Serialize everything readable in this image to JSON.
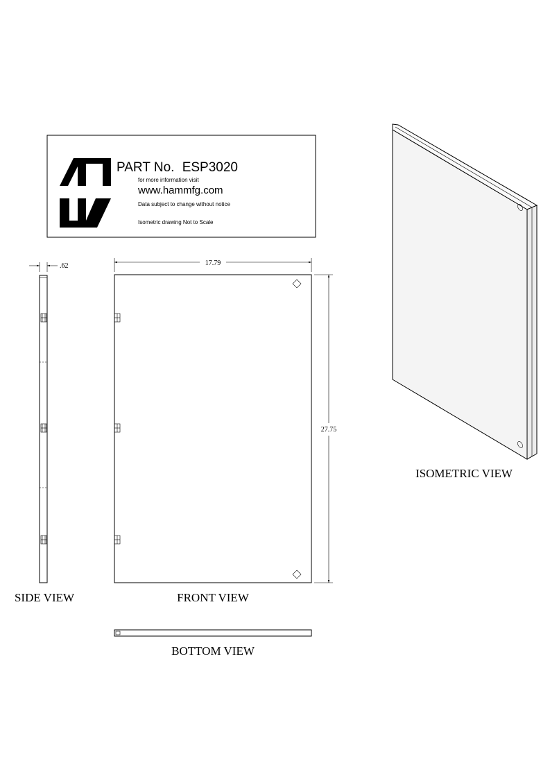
{
  "title_block": {
    "part_label": "PART No.",
    "part_number": "ESP3020",
    "info_line": "for more information visit",
    "website": "www.hammfg.com",
    "disclaimer": "Data subject to change without notice",
    "scale_note": "Isometric drawing Not to Scale",
    "logo_icon": "hammond-hw-logo-icon"
  },
  "dimensions": {
    "thickness": ".62",
    "width": "17.79",
    "height": "27.75"
  },
  "views": {
    "side": "SIDE VIEW",
    "front": "FRONT VIEW",
    "bottom": "BOTTOM VIEW",
    "isometric": "ISOMETRIC VIEW"
  },
  "colors": {
    "line": "#000000",
    "background": "#ffffff",
    "iso_shade": "#f4f4f4"
  }
}
